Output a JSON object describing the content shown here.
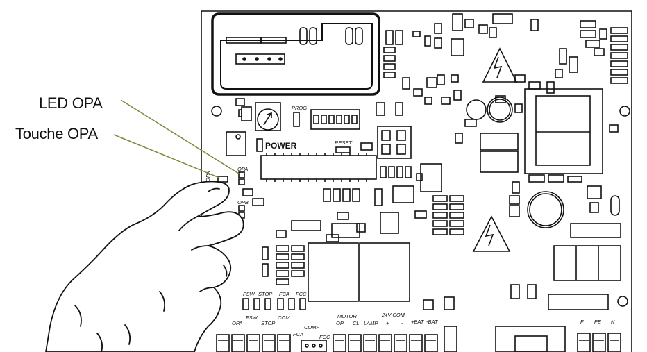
{
  "callouts": {
    "led_opa": "LED OPA",
    "touche_opa": "Touche OPA"
  },
  "colors": {
    "leader_line": "#7a8a3a",
    "ink": "#111111"
  },
  "board_labels": {
    "prog": "PROG",
    "power": "POWER",
    "reset": "RESET",
    "opa_vertical": "OPA",
    "opa": "OPA",
    "opb": "OPB",
    "fsw_top": "FSW",
    "stop_top": "STOP",
    "fca_top": "FCA",
    "fcc_top": "FCC",
    "opa_bottom": "OPA",
    "fsw_bottom": "FSW",
    "stop_bottom": "STOP",
    "com": "COM",
    "comf": "COMF",
    "fca_bottom": "FCA",
    "fcc_bottom": "FCC",
    "motor": "MOTOR",
    "op": "OP",
    "cl": "CL",
    "lamp": "LAMP",
    "v24_com": "24V COM",
    "plus": "+",
    "minus": "-",
    "plus_bat": "+BAT",
    "minus_bat": "-BAT",
    "f": "F",
    "pe": "PE",
    "n": "N"
  }
}
